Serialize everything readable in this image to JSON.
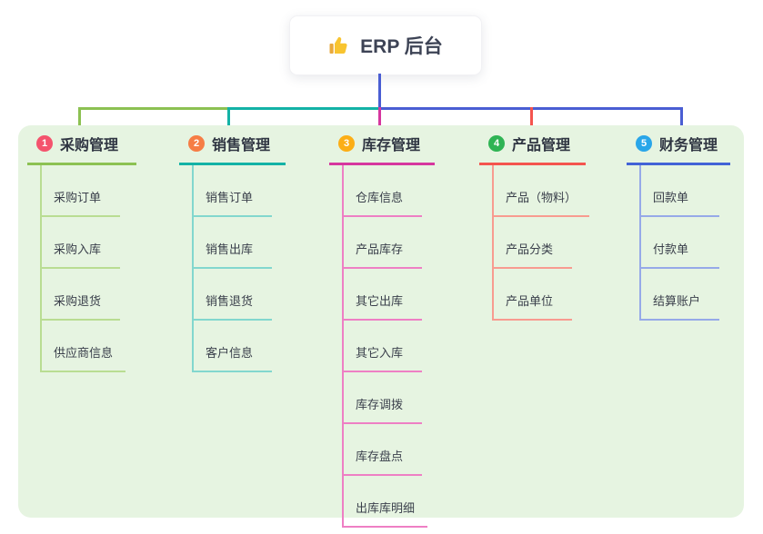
{
  "root": {
    "label": "ERP 后台",
    "icon": "thumbs-up-icon"
  },
  "panel": {
    "background": "#e6f4e1"
  },
  "connectors": {
    "trunk": "#4a5ed3",
    "branch_1": "#8cc152",
    "branch_2": "#13b2a6",
    "branch_3": "#d6369e",
    "branch_4": "#f4544e",
    "branch_5": "#4a5ed3"
  },
  "columns": [
    {
      "badge": "1",
      "title": "采购管理",
      "colors": {
        "main": "#8cc152",
        "light": "#b9dd92",
        "badge": "#f4536d"
      },
      "items": [
        "采购订单",
        "采购入库",
        "采购退货",
        "供应商信息"
      ]
    },
    {
      "badge": "2",
      "title": "销售管理",
      "colors": {
        "main": "#13b2a6",
        "light": "#82d7ce",
        "badge": "#f67d45"
      },
      "items": [
        "销售订单",
        "销售出库",
        "销售退货",
        "客户信息"
      ]
    },
    {
      "badge": "3",
      "title": "库存管理",
      "colors": {
        "main": "#d6369e",
        "light": "#ee7fc4",
        "badge": "#fcae16"
      },
      "items": [
        "仓库信息",
        "产品库存",
        "其它出库",
        "其它入库",
        "库存调拨",
        "库存盘点",
        "出库库明细"
      ]
    },
    {
      "badge": "4",
      "title": "产品管理",
      "colors": {
        "main": "#f4544e",
        "light": "#f89b90",
        "badge": "#2fb454"
      },
      "items": [
        "产品（物料）",
        "产品分类",
        "产品单位"
      ]
    },
    {
      "badge": "5",
      "title": "财务管理",
      "colors": {
        "main": "#4263d7",
        "light": "#96a9e8",
        "badge": "#29a6e9"
      },
      "items": [
        "回款单",
        "付款单",
        "结算账户"
      ]
    }
  ]
}
